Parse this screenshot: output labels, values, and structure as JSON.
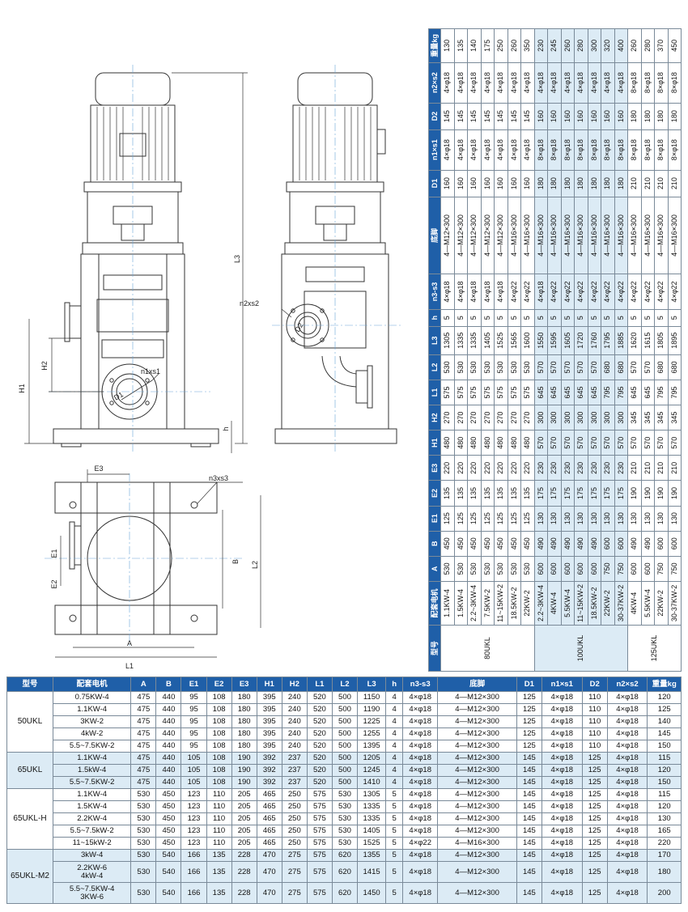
{
  "drawings": {
    "front_view_labels": [
      "H1",
      "H2",
      "L3",
      "h",
      "D1",
      "n1xs1"
    ],
    "side_view_labels": [
      "n2xs2",
      "D2"
    ],
    "plan_view_labels": [
      "E3",
      "n3xs3",
      "E1",
      "E2",
      "B",
      "L2",
      "A",
      "L1"
    ]
  },
  "right_table": {
    "headers": [
      "型号",
      "配套电机",
      "A",
      "B",
      "E1",
      "E2",
      "E3",
      "H1",
      "H2",
      "L1",
      "L2",
      "L3",
      "h",
      "n3-s3",
      "底脚",
      "D1",
      "n1×s1",
      "D2",
      "n2×s2",
      "重量kg"
    ],
    "groups": [
      {
        "model": "80UKL",
        "rows": [
          [
            "1.1KW-4",
            "530",
            "450",
            "125",
            "135",
            "220",
            "480",
            "270",
            "575",
            "530",
            "1305",
            "5",
            "4×φ18",
            "4—M12×300",
            "160",
            "4×φ18",
            "145",
            "4×φ18",
            "130"
          ],
          [
            "1.5KW-4",
            "530",
            "450",
            "125",
            "135",
            "220",
            "480",
            "270",
            "575",
            "530",
            "1335",
            "5",
            "4×φ18",
            "4—M12×300",
            "160",
            "4×φ18",
            "145",
            "4×φ18",
            "135"
          ],
          [
            "2.2~3KW-4",
            "530",
            "450",
            "125",
            "135",
            "220",
            "480",
            "270",
            "575",
            "530",
            "1335",
            "5",
            "4×φ18",
            "4—M12×300",
            "160",
            "4×φ18",
            "145",
            "4×φ18",
            "140"
          ],
          [
            "7.5KW-2",
            "530",
            "450",
            "125",
            "135",
            "220",
            "480",
            "270",
            "575",
            "530",
            "1405",
            "5",
            "4×φ18",
            "4—M12×300",
            "160",
            "4×φ18",
            "145",
            "4×φ18",
            "175"
          ],
          [
            "11~15KW-2",
            "530",
            "450",
            "125",
            "135",
            "220",
            "480",
            "270",
            "575",
            "530",
            "1525",
            "5",
            "4×φ18",
            "4—M12×300",
            "160",
            "4×φ18",
            "145",
            "4×φ18",
            "250"
          ],
          [
            "18.5KW-2",
            "530",
            "450",
            "125",
            "135",
            "220",
            "480",
            "270",
            "575",
            "530",
            "1565",
            "5",
            "4×φ22",
            "4—M16×300",
            "160",
            "4×φ18",
            "145",
            "4×φ18",
            "260"
          ],
          [
            "22KW-2",
            "530",
            "450",
            "125",
            "135",
            "220",
            "480",
            "270",
            "575",
            "530",
            "1600",
            "5",
            "4×φ22",
            "4—M16×300",
            "160",
            "4×φ18",
            "145",
            "4×φ18",
            "350"
          ]
        ]
      },
      {
        "model": "100UKL",
        "rows": [
          [
            "2.2~3KW-4",
            "600",
            "490",
            "130",
            "175",
            "230",
            "570",
            "300",
            "645",
            "570",
            "1550",
            "5",
            "4×φ18",
            "4—M16×300",
            "180",
            "8×φ18",
            "160",
            "4×φ18",
            "230"
          ],
          [
            "4KW-4",
            "600",
            "490",
            "130",
            "175",
            "230",
            "570",
            "300",
            "645",
            "570",
            "1595",
            "5",
            "4×φ22",
            "4—M16×300",
            "180",
            "8×φ18",
            "160",
            "4×φ18",
            "245"
          ],
          [
            "5.5KW-4",
            "600",
            "490",
            "130",
            "175",
            "230",
            "570",
            "300",
            "645",
            "570",
            "1605",
            "5",
            "4×φ22",
            "4—M16×300",
            "180",
            "8×φ18",
            "160",
            "4×φ18",
            "260"
          ],
          [
            "11~15KW-2",
            "600",
            "490",
            "130",
            "175",
            "230",
            "570",
            "300",
            "645",
            "570",
            "1720",
            "5",
            "4×φ22",
            "4—M16×300",
            "180",
            "8×φ18",
            "160",
            "4×φ18",
            "280"
          ],
          [
            "18.5KW-2",
            "600",
            "490",
            "130",
            "175",
            "230",
            "570",
            "300",
            "645",
            "570",
            "1760",
            "5",
            "4×φ22",
            "4—M16×300",
            "180",
            "8×φ18",
            "160",
            "4×φ18",
            "300"
          ],
          [
            "22KW-2",
            "750",
            "600",
            "130",
            "175",
            "230",
            "570",
            "300",
            "795",
            "680",
            "1795",
            "5",
            "4×φ22",
            "4—M16×300",
            "180",
            "8×φ18",
            "160",
            "4×φ18",
            "320"
          ],
          [
            "30-37KW-2",
            "750",
            "600",
            "130",
            "175",
            "230",
            "570",
            "300",
            "795",
            "680",
            "1885",
            "5",
            "4×φ22",
            "4—M16×300",
            "180",
            "8×φ18",
            "160",
            "4×φ18",
            "400"
          ]
        ]
      },
      {
        "model": "125UKL",
        "rows": [
          [
            "4KW-4",
            "600",
            "490",
            "130",
            "190",
            "210",
            "570",
            "345",
            "645",
            "570",
            "1620",
            "5",
            "4×φ22",
            "4—M16×300",
            "210",
            "8×φ18",
            "180",
            "8×φ18",
            "260"
          ],
          [
            "5.5KW-4",
            "600",
            "490",
            "130",
            "190",
            "210",
            "570",
            "345",
            "645",
            "570",
            "1615",
            "5",
            "4×φ22",
            "4—M16×300",
            "210",
            "8×φ18",
            "180",
            "8×φ18",
            "280"
          ],
          [
            "22KW-2",
            "750",
            "600",
            "130",
            "190",
            "210",
            "570",
            "345",
            "795",
            "680",
            "1805",
            "5",
            "4×φ22",
            "4—M16×300",
            "210",
            "8×φ18",
            "180",
            "8×φ18",
            "370"
          ],
          [
            "30-37KW-2",
            "750",
            "600",
            "130",
            "190",
            "210",
            "570",
            "345",
            "795",
            "680",
            "1895",
            "5",
            "4×φ22",
            "4—M16×300",
            "210",
            "8×φ18",
            "180",
            "8×φ18",
            "450"
          ]
        ]
      }
    ]
  },
  "bottom_table": {
    "headers": [
      "型号",
      "配套电机",
      "A",
      "B",
      "E1",
      "E2",
      "E3",
      "H1",
      "H2",
      "L1",
      "L2",
      "L3",
      "h",
      "n3-s3",
      "底脚",
      "D1",
      "n1×s1",
      "D2",
      "n2×s2",
      "重量kg"
    ],
    "groups": [
      {
        "model": "50UKL",
        "rows": [
          [
            "0.75KW-4",
            "475",
            "440",
            "95",
            "108",
            "180",
            "395",
            "240",
            "520",
            "500",
            "1150",
            "4",
            "4×φ18",
            "4—M12×300",
            "125",
            "4×φ18",
            "110",
            "4×φ18",
            "120"
          ],
          [
            "1.1KW-4",
            "475",
            "440",
            "95",
            "108",
            "180",
            "395",
            "240",
            "520",
            "500",
            "1190",
            "4",
            "4×φ18",
            "4—M12×300",
            "125",
            "4×φ18",
            "110",
            "4×φ18",
            "125"
          ],
          [
            "3KW-2",
            "475",
            "440",
            "95",
            "108",
            "180",
            "395",
            "240",
            "520",
            "500",
            "1225",
            "4",
            "4×φ18",
            "4—M12×300",
            "125",
            "4×φ18",
            "110",
            "4×φ18",
            "140"
          ],
          [
            "4kW-2",
            "475",
            "440",
            "95",
            "108",
            "180",
            "395",
            "240",
            "520",
            "500",
            "1255",
            "4",
            "4×φ18",
            "4—M12×300",
            "125",
            "4×φ18",
            "110",
            "4×φ18",
            "145"
          ],
          [
            "5.5~7.5KW-2",
            "475",
            "440",
            "95",
            "108",
            "180",
            "395",
            "240",
            "520",
            "500",
            "1395",
            "4",
            "4×φ18",
            "4—M12×300",
            "125",
            "4×φ18",
            "110",
            "4×φ18",
            "150"
          ]
        ]
      },
      {
        "model": "65UKL",
        "rows": [
          [
            "1.1KW-4",
            "475",
            "440",
            "105",
            "108",
            "190",
            "392",
            "237",
            "520",
            "500",
            "1205",
            "4",
            "4×φ18",
            "4—M12×300",
            "145",
            "4×φ18",
            "125",
            "4×φ18",
            "115"
          ],
          [
            "1.5kW-4",
            "475",
            "440",
            "105",
            "108",
            "190",
            "392",
            "237",
            "520",
            "500",
            "1245",
            "4",
            "4×φ18",
            "4—M12×300",
            "145",
            "4×φ18",
            "125",
            "4×φ18",
            "120"
          ],
          [
            "5.5~7.5KW-2",
            "475",
            "440",
            "105",
            "108",
            "190",
            "392",
            "237",
            "520",
            "500",
            "1410",
            "4",
            "4×φ18",
            "4—M12×300",
            "145",
            "4×φ18",
            "125",
            "4×φ18",
            "150"
          ]
        ]
      },
      {
        "model": "65UKL-H",
        "rows": [
          [
            "1.1KW-4",
            "530",
            "450",
            "123",
            "110",
            "205",
            "465",
            "250",
            "575",
            "530",
            "1305",
            "5",
            "4×φ18",
            "4—M12×300",
            "145",
            "4×φ18",
            "125",
            "4×φ18",
            "115"
          ],
          [
            "1.5KW-4",
            "530",
            "450",
            "123",
            "110",
            "205",
            "465",
            "250",
            "575",
            "530",
            "1335",
            "5",
            "4×φ18",
            "4—M12×300",
            "145",
            "4×φ18",
            "125",
            "4×φ18",
            "120"
          ],
          [
            "2.2KW-4",
            "530",
            "450",
            "123",
            "110",
            "205",
            "465",
            "250",
            "575",
            "530",
            "1335",
            "5",
            "4×φ18",
            "4—M12×300",
            "145",
            "4×φ18",
            "125",
            "4×φ18",
            "130"
          ],
          [
            "5.5~7.5kW-2",
            "530",
            "450",
            "123",
            "110",
            "205",
            "465",
            "250",
            "575",
            "530",
            "1405",
            "5",
            "4×φ18",
            "4—M12×300",
            "145",
            "4×φ18",
            "125",
            "4×φ18",
            "165"
          ],
          [
            "11~15kW-2",
            "530",
            "450",
            "123",
            "110",
            "205",
            "465",
            "250",
            "575",
            "530",
            "1525",
            "5",
            "4×φ22",
            "4—M16×300",
            "145",
            "4×φ18",
            "125",
            "4×φ18",
            "220"
          ]
        ]
      },
      {
        "model": "65UKL-M2",
        "rows": [
          [
            "3kW-4",
            "530",
            "540",
            "166",
            "135",
            "228",
            "470",
            "275",
            "575",
            "620",
            "1355",
            "5",
            "4×φ18",
            "4—M12×300",
            "145",
            "4×φ18",
            "125",
            "4×φ18",
            "170"
          ],
          [
            "2.2KW-6\n4kW-4",
            "530",
            "540",
            "166",
            "135",
            "228",
            "470",
            "275",
            "575",
            "620",
            "1415",
            "5",
            "4×φ18",
            "4—M12×300",
            "145",
            "4×φ18",
            "125",
            "4×φ18",
            "180"
          ],
          [
            "5.5~7.5KW-4\n3KW-6",
            "530",
            "540",
            "166",
            "135",
            "228",
            "470",
            "275",
            "575",
            "620",
            "1450",
            "5",
            "4×φ18",
            "4—M12×300",
            "145",
            "4×φ18",
            "125",
            "4×φ18",
            "200"
          ]
        ]
      }
    ]
  },
  "colors": {
    "header_bg": "#1f5fa8",
    "header_text": "#ffffff",
    "light_group_bg": "#dcebf5",
    "grid_line": "#7a8a99",
    "drawing_line": "#333333",
    "centerline": "#6aa6d8"
  }
}
